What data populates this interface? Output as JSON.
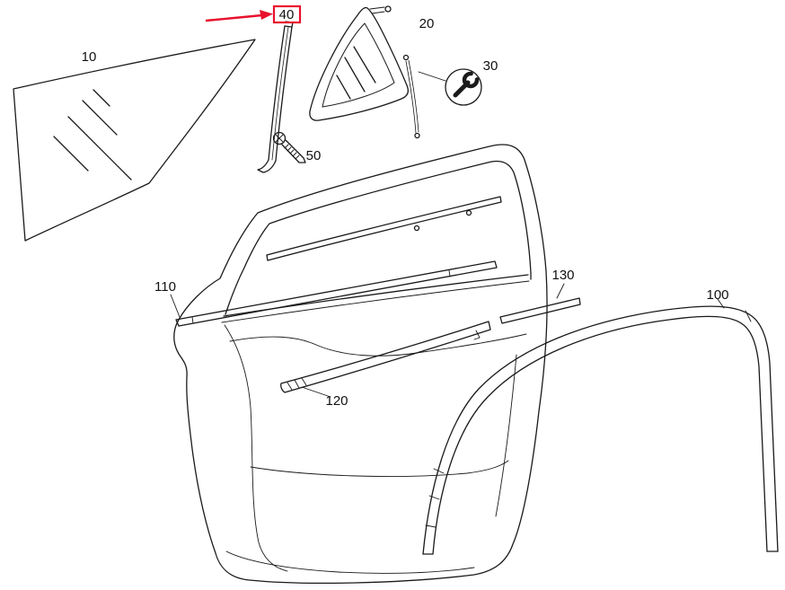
{
  "diagram": {
    "line_color": "#1a1a1a",
    "highlight": {
      "selected_part": "40",
      "color": "#e8112d"
    },
    "callouts": {
      "door_glass": "10",
      "quarter_window_glass": "20",
      "tool_wrench": "30",
      "division_bar": "40",
      "screw": "50",
      "window_guide_frame": "100",
      "upper_molding_strip": "110",
      "belt_weatherstrip": "120",
      "rear_molding_strip": "130"
    }
  }
}
